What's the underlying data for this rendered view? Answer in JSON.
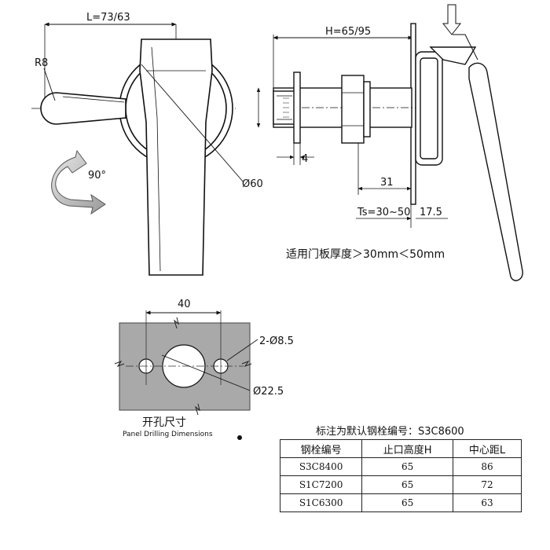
{
  "front_view": {
    "length_label": "L=73/63",
    "radius_label": "R8",
    "angle_label": "90°",
    "diameter_label": "Ø60"
  },
  "side_view": {
    "height_label": "H=65/95",
    "dim_4": "4",
    "dim_31": "31",
    "thickness_label": "Ts=30~50",
    "dim_17_5": "17.5"
  },
  "note_text": "适用门板厚度＞30mm＜50mm",
  "drilling": {
    "width_label": "40",
    "small_holes_label": "2-Ø8.5",
    "center_hole_label": "Ø22.5",
    "title_cn": "开孔尺寸",
    "title_en": "Panel Drilling Dimensions"
  },
  "table": {
    "caption": "标注为默认钢栓编号：S3C8600",
    "headers": [
      "钢栓编号",
      "止口高度H",
      "中心距L"
    ],
    "rows": [
      [
        "S3C8400",
        "65",
        "86"
      ],
      [
        "S1C7200",
        "65",
        "72"
      ],
      [
        "S1C6300",
        "65",
        "63"
      ]
    ]
  }
}
